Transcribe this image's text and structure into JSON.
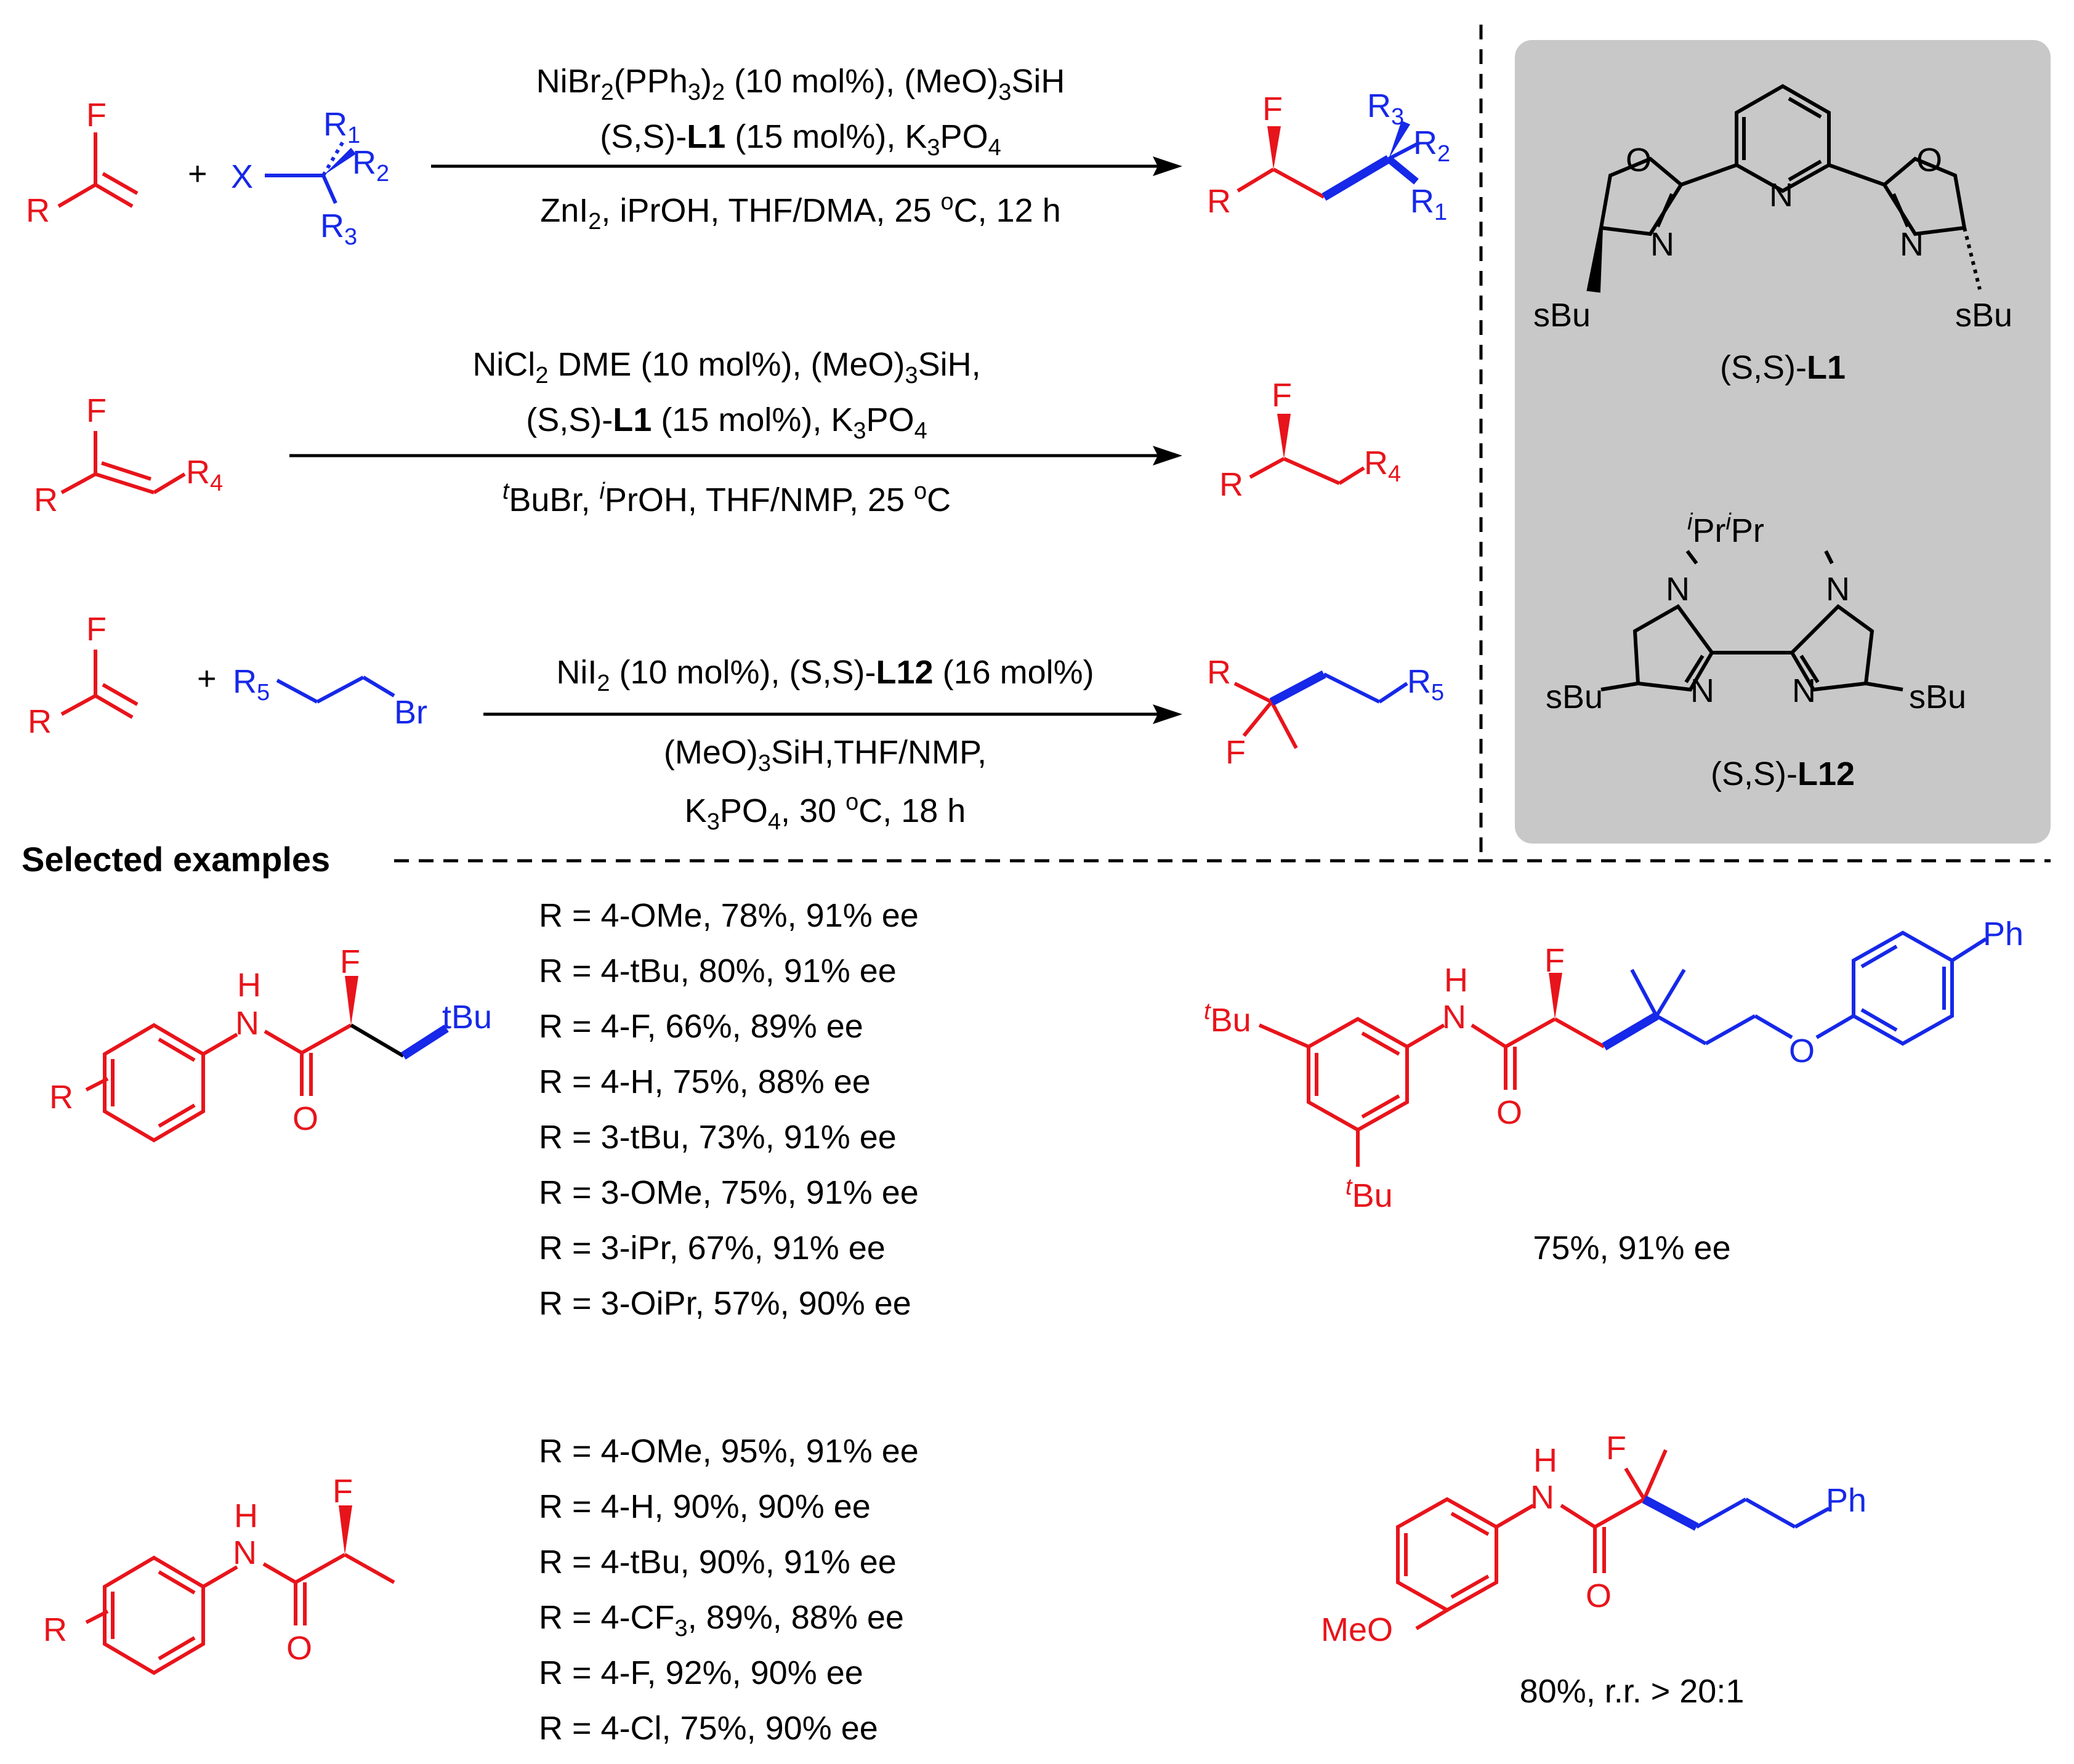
{
  "colors": {
    "red": "#e8141b",
    "blue": "#1628e8",
    "panel": "#c8c8c8",
    "black": "#000000"
  },
  "reaction1": {
    "cond_top1": "NiBr2(PPh3)2 (10 mol%), (MeO)3SiH",
    "cond_top2": "(S,S)-L1 (15 mol%), K3PO4",
    "cond_bottom": "ZnI2, iPrOH, THF/DMA, 25 oC, 12 h"
  },
  "reaction2": {
    "cond_top1": "NiCl2 DME (10 mol%), (MeO)3SiH,",
    "cond_top2": "(S,S)-L1 (15 mol%), K3PO4",
    "cond_bottom": "tBuBr, iPrOH, THF/NMP, 25 oC"
  },
  "reaction3": {
    "cond_top1": "NiI2 (10 mol%), (S,S)-L12 (16 mol%)",
    "cond_bottom1": "(MeO)3SiH,THF/NMP,",
    "cond_bottom2": "K3PO4, 30 oC, 18 h"
  },
  "ligands": {
    "l1": "(S,S)-L1",
    "l12": "(S,S)-L12"
  },
  "selected_header": "Selected examples",
  "series1": [
    "R = 4-OMe, 78%, 91% ee",
    "R = 4-tBu, 80%, 91% ee",
    "R = 4-F, 66%, 89% ee",
    "R = 4-H, 75%, 88% ee",
    "R = 3-tBu, 73%, 91% ee",
    "R = 3-OMe, 75%, 91% ee",
    "R = 3-iPr, 67%, 91% ee",
    "R = 3-OiPr, 57%, 90% ee"
  ],
  "series2": [
    "R = 4-OMe, 95%, 91% ee",
    "R = 4-H, 90%, 90% ee",
    "R = 4-tBu, 90%, 91% ee",
    "R = 4-CF3, 89%, 88% ee",
    "R = 4-F, 92%, 90% ee",
    "R = 4-Cl, 75%, 90% ee"
  ],
  "result_right1": "75%, 91% ee",
  "result_right2": "80%, r.r. > 20:1"
}
